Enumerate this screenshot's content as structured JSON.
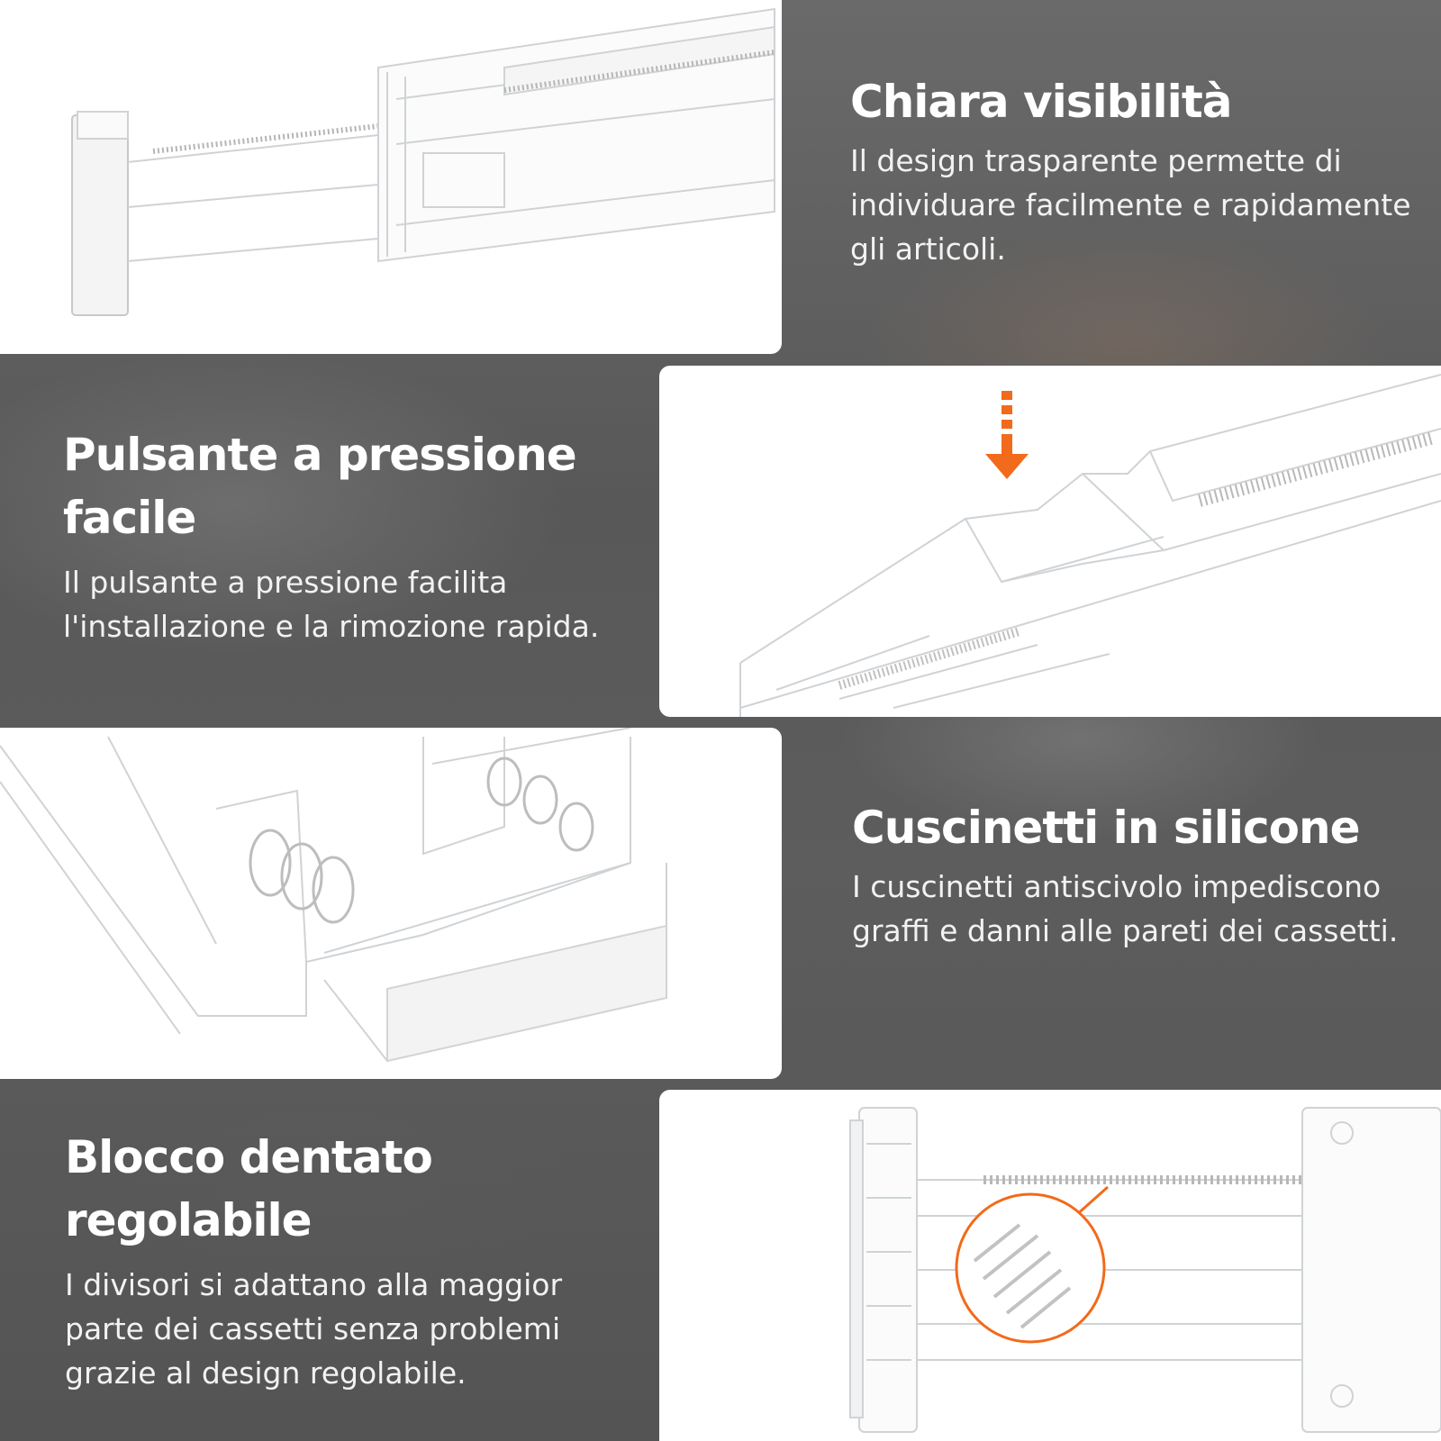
{
  "features": [
    {
      "title": "Chiara visibilità",
      "description": "Il design trasparente permette di individuare facilmente e rapidamente gli articoli."
    },
    {
      "title": "Pulsante a pressione facile",
      "description": "Il pulsante a pressione facilita l'installazione e la rimozione rapida."
    },
    {
      "title": "Cuscinetti in silicone",
      "description": "I cuscinetti antiscivolo impediscono graffi e danni alle pareti dei cassetti."
    },
    {
      "title": "Blocco dentato regolabile",
      "description": "I divisori si adattano alla maggior parte dei cassetti senza problemi grazie al design regolabile."
    }
  ],
  "colors": {
    "accent": "#f26a1b",
    "panel_background": "#5c5c5c",
    "card_background": "#ffffff"
  }
}
